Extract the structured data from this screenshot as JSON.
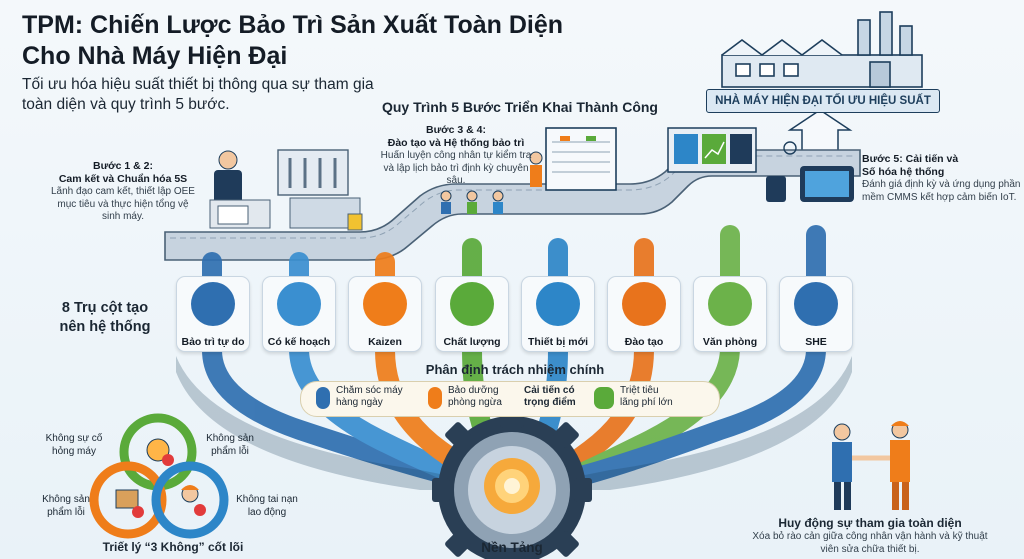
{
  "header": {
    "title_line1": "TPM: Chiến Lược Bảo Trì Sản Xuất Toàn Diện",
    "title_line2": "Cho Nhà Máy Hiện Đại",
    "subtitle": "Tối ưu hóa hiệu suất thiết bị thông qua sự tham gia toàn diện và quy trình 5 bước."
  },
  "process": {
    "title": "Quy Trình 5 Bước Triển Khai Thành Công",
    "goal_banner": "NHÀ MÁY HIỆN ĐẠI TỐI ƯU HIỆU SUẤT",
    "steps": [
      {
        "heading_a": "Bước 1 & 2:",
        "heading_b": "Cam kết và Chuẩn hóa 5S",
        "desc": "Lãnh đạo cam kết, thiết lập OEE mục tiêu và thực hiện tổng vệ sinh máy."
      },
      {
        "heading_a": "Bước 3 & 4:",
        "heading_b": "Đào tạo và Hệ thống bảo trì",
        "desc": "Huấn luyện công nhân tự kiểm tra và lập lịch bảo trì định kỳ chuyên sâu."
      },
      {
        "heading_a": "Bước 5: Cải tiến và",
        "heading_b": "Số hóa hệ thống",
        "desc": "Đánh giá định kỳ và ứng dụng phần mềm CMMS kết hợp cảm biến IoT."
      }
    ]
  },
  "pillars": {
    "label_line1": "8 Trụ cột tạo",
    "label_line2": "nên hệ thống",
    "items": [
      {
        "label": "Bảo trì tự do",
        "color": "#2f6fb0",
        "icon": "worker-clipboard-icon"
      },
      {
        "label": "Có kế hoạch",
        "color": "#3a8fd0",
        "icon": "calendar-tools-icon"
      },
      {
        "label": "Kaizen",
        "color": "#ef7d1a",
        "icon": "lightbulb-growth-icon"
      },
      {
        "label": "Chất lượng",
        "color": "#5aaa3a",
        "icon": "magnifier-check-icon"
      },
      {
        "label": "Thiết bị mới",
        "color": "#2d86c8",
        "icon": "robot-arm-icon"
      },
      {
        "label": "Đào tạo",
        "color": "#e8731c",
        "icon": "trainer-board-icon"
      },
      {
        "label": "Văn phòng",
        "color": "#6cb24a",
        "icon": "office-desk-icon"
      },
      {
        "label": "SHE",
        "color": "#2f6fb0",
        "icon": "shield-plus-icon"
      }
    ]
  },
  "responsibilities": {
    "title": "Phân định trách nhiệm chính",
    "items": [
      {
        "text_a": "Chăm sóc máy",
        "text_b": "hàng ngày",
        "bold": false
      },
      {
        "text_a": "Bảo dưỡng",
        "text_b": "phòng ngừa",
        "bold": false
      },
      {
        "text_a": "Cải tiến có",
        "text_b": "trọng điểm",
        "bold": true
      },
      {
        "text_a": "Triệt tiêu",
        "text_b": "lãng phí lớn",
        "bold": false
      }
    ]
  },
  "zero": {
    "philosophy": "Triết lý “3 Không” cốt lõi",
    "items": [
      {
        "line1": "Không sự cố",
        "line2": "hỏng máy"
      },
      {
        "line1": "Không sản",
        "line2": "phẩm lỗi"
      },
      {
        "line1": "Không sản",
        "line2": "phẩm lỗi"
      },
      {
        "line1": "Không tai nạn",
        "line2": "lao động"
      }
    ]
  },
  "foundation": {
    "label": "Nền Tảng"
  },
  "mobilize": {
    "heading": "Huy động sự tham gia toàn diện",
    "desc": "Xóa bỏ rào cản giữa công nhân vận hành và kỹ thuật viên sửa chữa thiết bị."
  },
  "colors": {
    "navy": "#1d3e5c",
    "orange": "#ef7d1a",
    "green": "#5aaa3a",
    "blue": "#2d86c8"
  }
}
